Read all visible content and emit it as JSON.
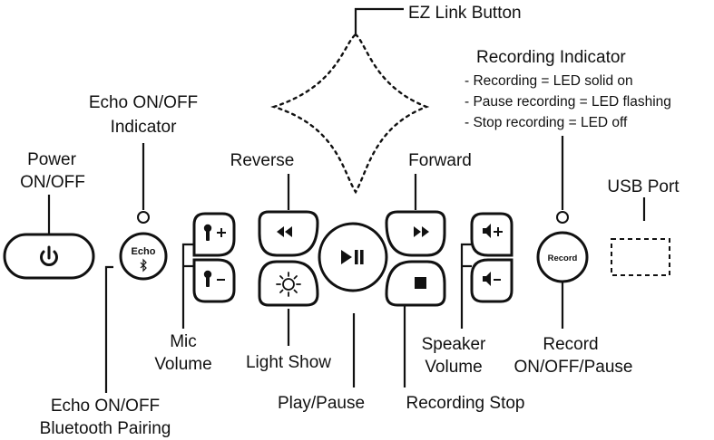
{
  "labels": {
    "ez_link": "EZ Link Button",
    "recording_indicator_title": "Recording Indicator",
    "recording_indicator_lines": [
      "- Recording = LED solid on",
      "- Pause recording = LED flashing",
      "- Stop recording = LED off"
    ],
    "echo_indicator": [
      "Echo ON/OFF",
      "Indicator"
    ],
    "power": [
      "Power",
      "ON/OFF"
    ],
    "reverse": "Reverse",
    "forward": "Forward",
    "usb_port": "USB Port",
    "mic_volume": [
      "Mic",
      "Volume"
    ],
    "light_show": "Light Show",
    "speaker_volume": [
      "Speaker",
      "Volume"
    ],
    "record": [
      "Record",
      "ON/OFF/Pause"
    ],
    "echo_bluetooth": [
      "Echo ON/OFF",
      "Bluetooth Pairing"
    ],
    "play_pause": "Play/Pause",
    "recording_stop": "Recording Stop"
  },
  "buttons": {
    "echo_text": "Echo",
    "record_text": "Record"
  },
  "icons": {
    "power": "power-icon",
    "bluetooth": "bluetooth-icon",
    "mic_up": "mic-plus-icon",
    "mic_down": "mic-minus-icon",
    "reverse": "rewind-icon",
    "light": "sun-icon",
    "play_pause": "play-pause-icon",
    "forward": "fast-forward-icon",
    "stop": "stop-icon",
    "vol_up": "speaker-plus-icon",
    "vol_down": "speaker-minus-icon"
  },
  "colors": {
    "ink": "#111111",
    "background": "#ffffff"
  }
}
